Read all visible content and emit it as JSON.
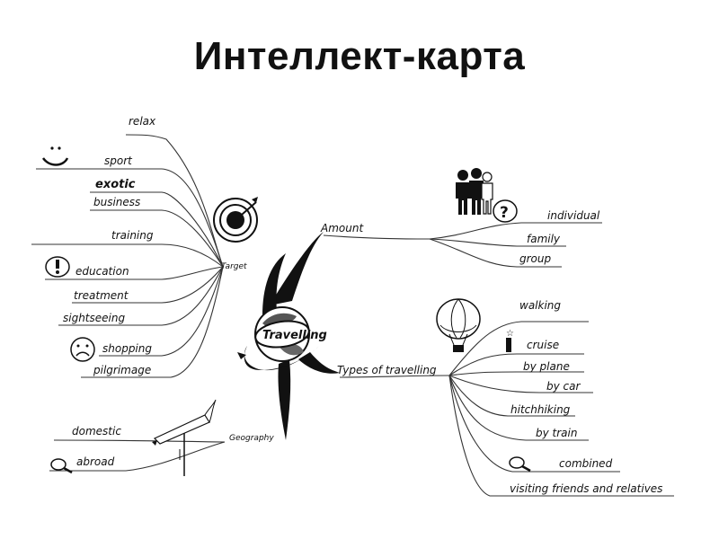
{
  "title": "Интеллект-карта",
  "center": "Travelling",
  "branches": {
    "target": {
      "label": "Target",
      "items": [
        "relax",
        "sport",
        "exotic",
        "business",
        "training",
        "education",
        "treatment",
        "sightseeing",
        "shopping",
        "pilgrimage"
      ]
    },
    "amount": {
      "label": "Amount",
      "items": [
        "individual",
        "family",
        "group"
      ]
    },
    "types": {
      "label": "Types of travelling",
      "items": [
        "walking",
        "cruise",
        "by plane",
        "by car",
        "hitchhiking",
        "by train",
        "combined",
        "visiting friends and relatives"
      ]
    },
    "geography": {
      "label": "Geography",
      "items": [
        "domestic",
        "abroad"
      ]
    }
  },
  "icons": [
    "smile-icon",
    "target-icon",
    "exclamation-icon",
    "sad-face-icon",
    "people-icon",
    "question-icon",
    "balloon-icon",
    "lighthouse-icon",
    "magnifier-icon",
    "signpost-icon",
    "globe-icon"
  ]
}
